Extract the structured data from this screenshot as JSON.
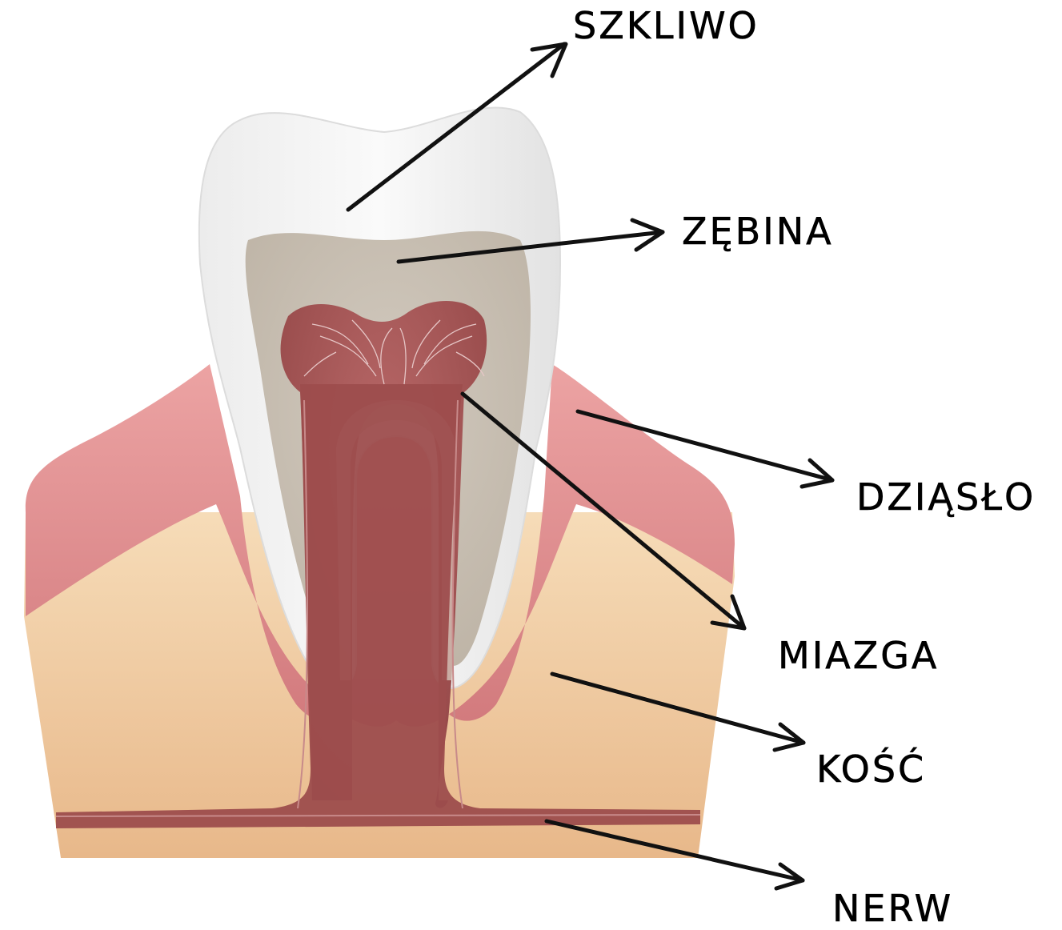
{
  "labels": {
    "enamel": "SZKLIWO",
    "dentin": "ZĘBINA",
    "gum": "DZIĄSŁO",
    "pulp": "MIAZGA",
    "bone": "KOŚĆ",
    "nerve": "NERW"
  },
  "colors": {
    "bone_light": "#f4d4ad",
    "bone_dark": "#e7b98c",
    "gum_light": "#e89a9a",
    "gum_dark": "#c96e72",
    "enamel": "#f4f4f4",
    "dentin": "#c9c1b4",
    "pulp": "#9a4a4a",
    "nerve": "#8e4747",
    "arrow": "#111111"
  }
}
